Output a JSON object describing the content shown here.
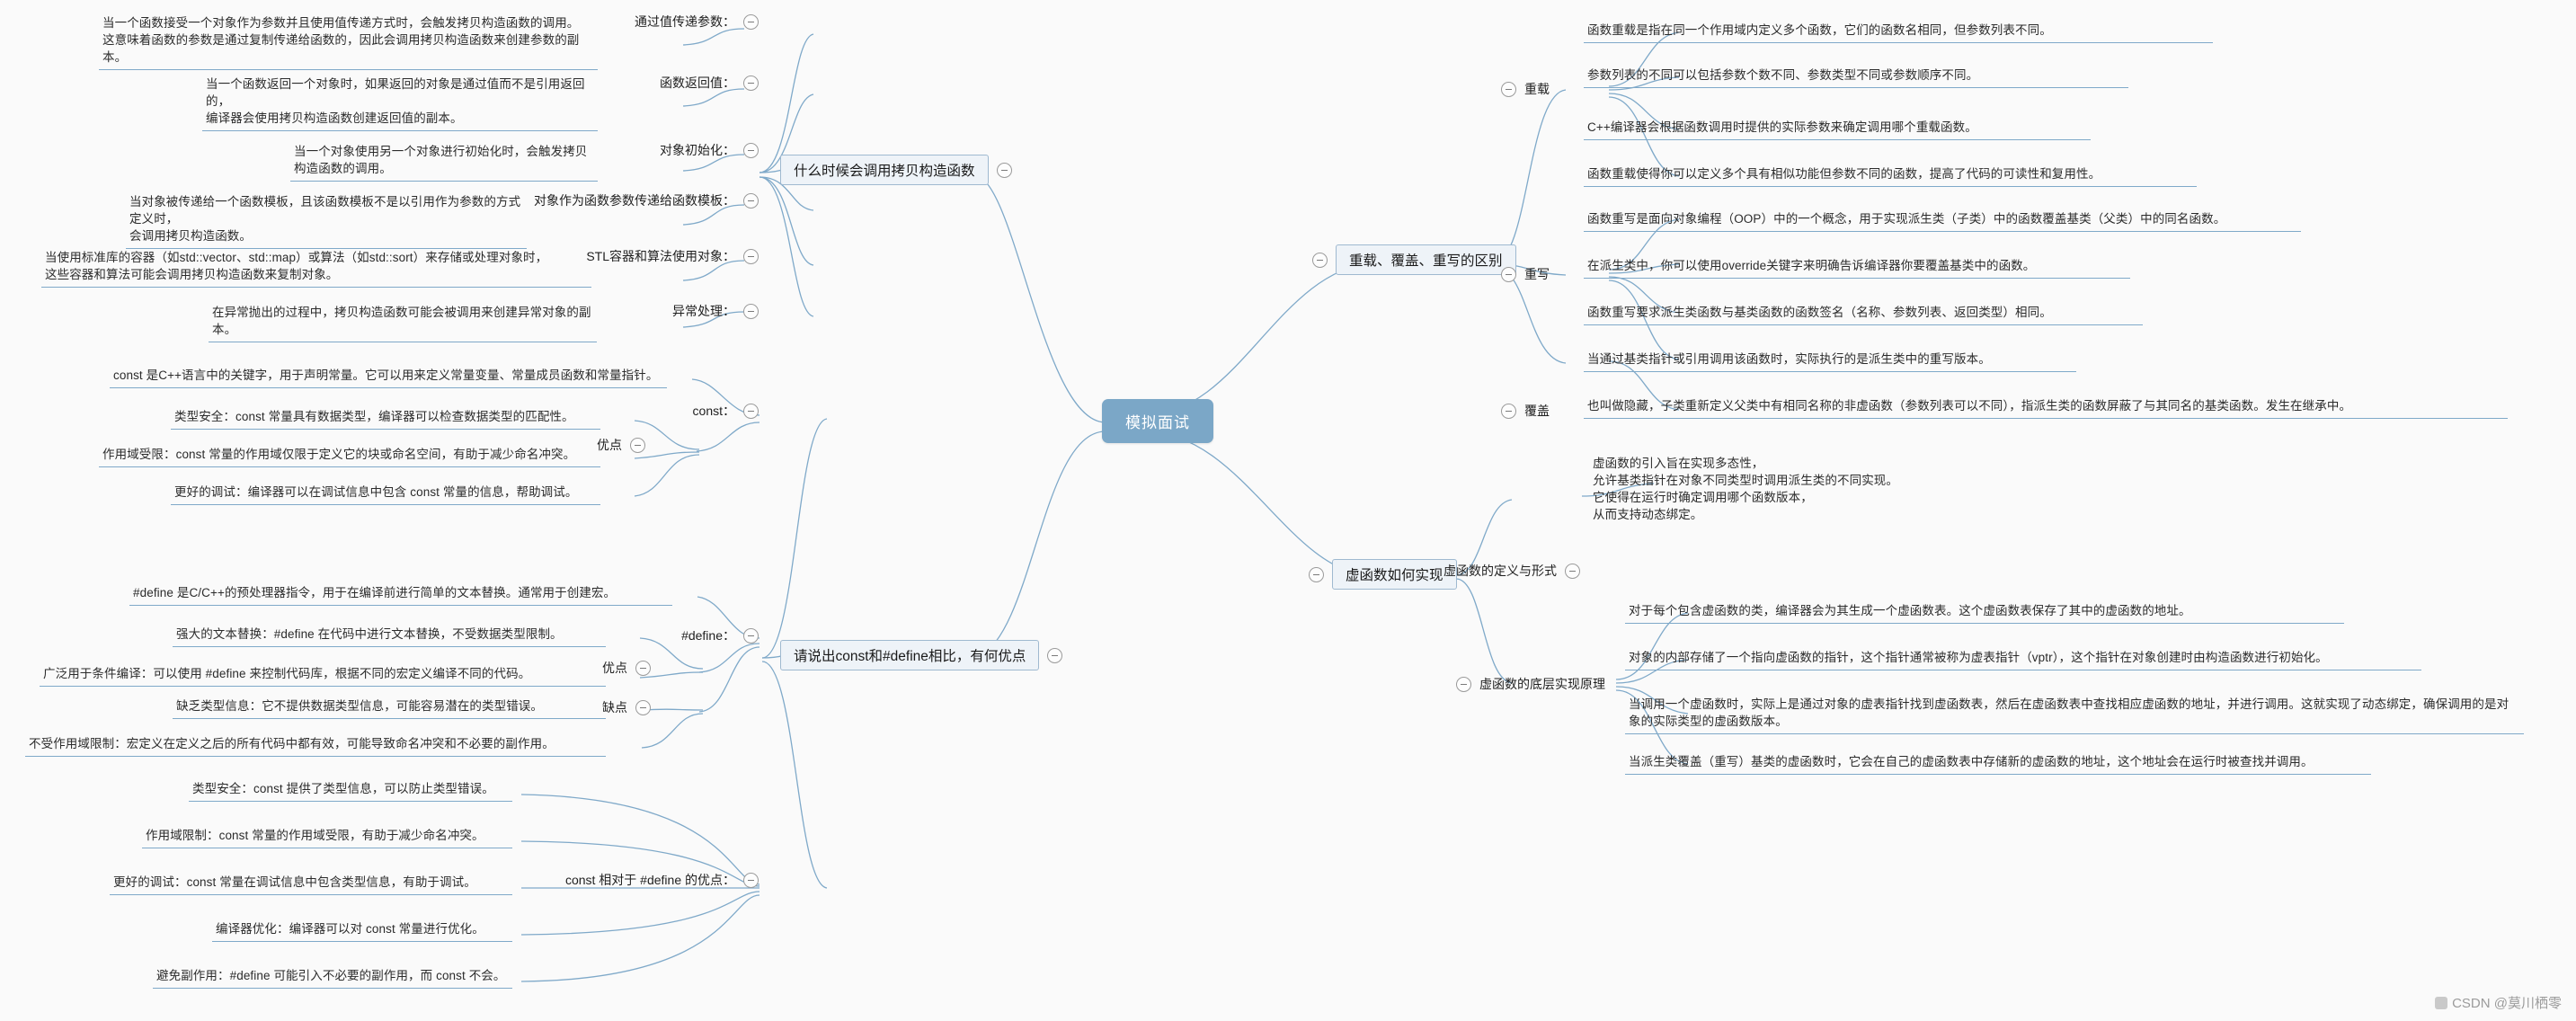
{
  "root": {
    "label": "模拟面试"
  },
  "icons": {
    "collapse": "collapse-minus-icon",
    "watermark": "csdn-logo-icon"
  },
  "colors": {
    "root_fill": "#7ba7c7",
    "box_fill": "#eef3f8",
    "box_border": "#9fb9d0",
    "link": "#7fa9c9",
    "page_bg": "#fafafa",
    "text": "#2b2b2b"
  },
  "watermark": {
    "text": "CSDN @莫川栖零"
  },
  "branches": {
    "copy_ctor": {
      "title": "什么时候会调用拷贝构造函数",
      "groups": [
        {
          "label": "通过值传递参数：",
          "leaves": [
            "当一个函数接受一个对象作为参数并且使用值传递方式时，会触发拷贝构造函数的调用。\n这意味着函数的参数是通过复制传递给函数的，因此会调用拷贝构造函数来创建参数的副本。"
          ]
        },
        {
          "label": "函数返回值：",
          "leaves": [
            "当一个函数返回一个对象时，如果返回的对象是通过值而不是引用返回的，\n编译器会使用拷贝构造函数创建返回值的副本。"
          ]
        },
        {
          "label": "对象初始化：",
          "leaves": [
            "当一个对象使用另一个对象进行初始化时，会触发拷贝构造函数的调用。"
          ]
        },
        {
          "label": "对象作为函数参数传递给函数模板：",
          "leaves": [
            "当对象被传递给一个函数模板，且该函数模板不是以引用作为参数的方式定义时，\n会调用拷贝构造函数。"
          ]
        },
        {
          "label": "STL容器和算法使用对象：",
          "leaves": [
            "当使用标准库的容器（如std::vector、std::map）或算法（如std::sort）来存储或处理对象时，\n这些容器和算法可能会调用拷贝构造函数来复制对象。"
          ]
        },
        {
          "label": "异常处理：",
          "leaves": [
            "在异常抛出的过程中，拷贝构造函数可能会被调用来创建异常对象的副本。"
          ]
        }
      ]
    },
    "const_define": {
      "title": "请说出const和#define相比，有何优点",
      "groups": [
        {
          "label": "const：",
          "lead": "const 是C++语言中的关键字，用于声明常量。它可以用来定义常量变量、常量成员函数和常量指针。",
          "sub_label": "优点",
          "leaves": [
            "类型安全：const 常量具有数据类型，编译器可以检查数据类型的匹配性。",
            "作用域受限：const 常量的作用域仅限于定义它的块或命名空间，有助于减少命名冲突。",
            "更好的调试：编译器可以在调试信息中包含 const 常量的信息，帮助调试。"
          ]
        },
        {
          "label": "#define：",
          "lead": "#define 是C/C++的预处理器指令，用于在编译前进行简单的文本替换。通常用于创建宏。",
          "sub_label_pro": "优点",
          "pros": [
            "强大的文本替换：#define 在代码中进行文本替换，不受数据类型限制。",
            "广泛用于条件编译：可以使用 #define 来控制代码库，根据不同的宏定义编译不同的代码。"
          ],
          "sub_label_con": "缺点",
          "cons": [
            "缺乏类型信息：它不提供数据类型信息，可能容易潜在的类型错误。",
            "不受作用域限制：宏定义在定义之后的所有代码中都有效，可能导致命名冲突和不必要的副作用。"
          ]
        },
        {
          "label": "const 相对于 #define 的优点：",
          "leaves": [
            "类型安全：const 提供了类型信息，可以防止类型错误。",
            "作用域限制：const 常量的作用域受限，有助于减少命名冲突。",
            "更好的调试：const 常量在调试信息中包含类型信息，有助于调试。",
            "编译器优化：编译器可以对 const 常量进行优化。",
            "避免副作用：#define 可能引入不必要的副作用，而 const 不会。"
          ]
        }
      ]
    },
    "overload": {
      "title": "重载、覆盖、重写的区别",
      "groups": [
        {
          "label": "重载",
          "leaves": [
            "函数重载是指在同一个作用域内定义多个函数，它们的函数名相同，但参数列表不同。",
            "参数列表的不同可以包括参数个数不同、参数类型不同或参数顺序不同。",
            "C++编译器会根据函数调用时提供的实际参数来确定调用哪个重载函数。",
            "函数重载使得你可以定义多个具有相似功能但参数不同的函数，提高了代码的可读性和复用性。"
          ]
        },
        {
          "label": "重写",
          "leaves": [
            "函数重写是面向对象编程（OOP）中的一个概念，用于实现派生类（子类）中的函数覆盖基类（父类）中的同名函数。",
            "在派生类中，你可以使用override关键字来明确告诉编译器你要覆盖基类中的函数。",
            "函数重写要求派生类函数与基类函数的函数签名（名称、参数列表、返回类型）相同。",
            "当通过基类指针或引用调用该函数时，实际执行的是派生类中的重写版本。"
          ]
        },
        {
          "label": "覆盖",
          "leaves": [
            "也叫做隐藏，子类重新定义父类中有相同名称的非虚函数（参数列表可以不同），指派生类的函数屏蔽了与其同名的基类函数。发生在继承中。"
          ]
        }
      ]
    },
    "virtual": {
      "title": "虚函数如何实现",
      "groups": [
        {
          "label": "虚函数的定义与形式",
          "leaves": [
            "虚函数的引入旨在实现多态性，\n允许基类指针在对象不同类型时调用派生类的不同实现。\n它使得在运行时确定调用哪个函数版本，\n从而支持动态绑定。"
          ]
        },
        {
          "label": "虚函数的底层实现原理",
          "leaves": [
            "对于每个包含虚函数的类，编译器会为其生成一个虚函数表。这个虚函数表保存了其中的虚函数的地址。",
            "对象的内部存储了一个指向虚函数的指针，这个指针通常被称为虚表指针（vptr），这个指针在对象创建时由构造函数进行初始化。",
            "当调用一个虚函数时，实际上是通过对象的虚表指针找到虚函数表，然后在虚函数表中查找相应虚函数的地址，并进行调用。这就实现了动态绑定，确保调用的是对象的实际类型的虚函数版本。",
            "当派生类覆盖（重写）基类的虚函数时，它会在自己的虚函数表中存储新的虚函数的地址，这个地址会在运行时被查找并调用。"
          ]
        }
      ]
    }
  }
}
